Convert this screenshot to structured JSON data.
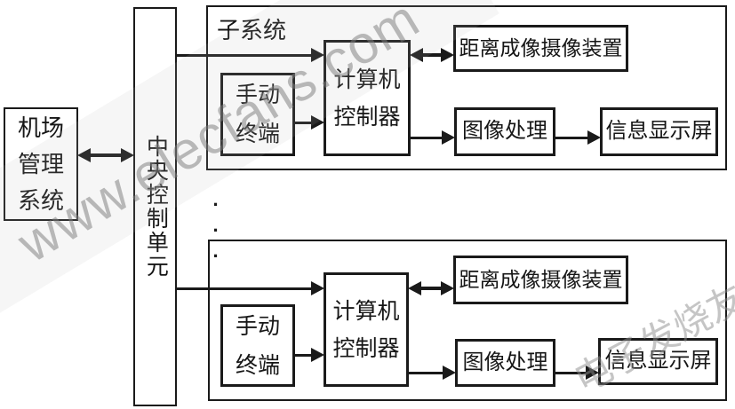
{
  "diagram": {
    "airport_system": "机场\n管理\n系统",
    "central_unit": "中央控制单元",
    "ellipsis": "...",
    "subsystems": [
      {
        "label": "子系统",
        "manual_terminal": "手动\n终端",
        "controller": "计算机\n控制器",
        "camera_device": "距离成像摄像装置",
        "image_processing": "图像处理",
        "info_display": "信息显示屏"
      },
      {
        "manual_terminal": "手动\n终端",
        "controller": "计算机\n控制器",
        "camera_device": "距离成像摄像装置",
        "image_processing": "图像处理",
        "info_display": "信息显示屏"
      }
    ]
  },
  "watermarks": {
    "main": "www.elecfans.com",
    "secondary": "电子发烧友"
  },
  "colors": {
    "line": "#1a1a1a",
    "background": "#ffffff",
    "watermark": "#7d7d7d"
  }
}
